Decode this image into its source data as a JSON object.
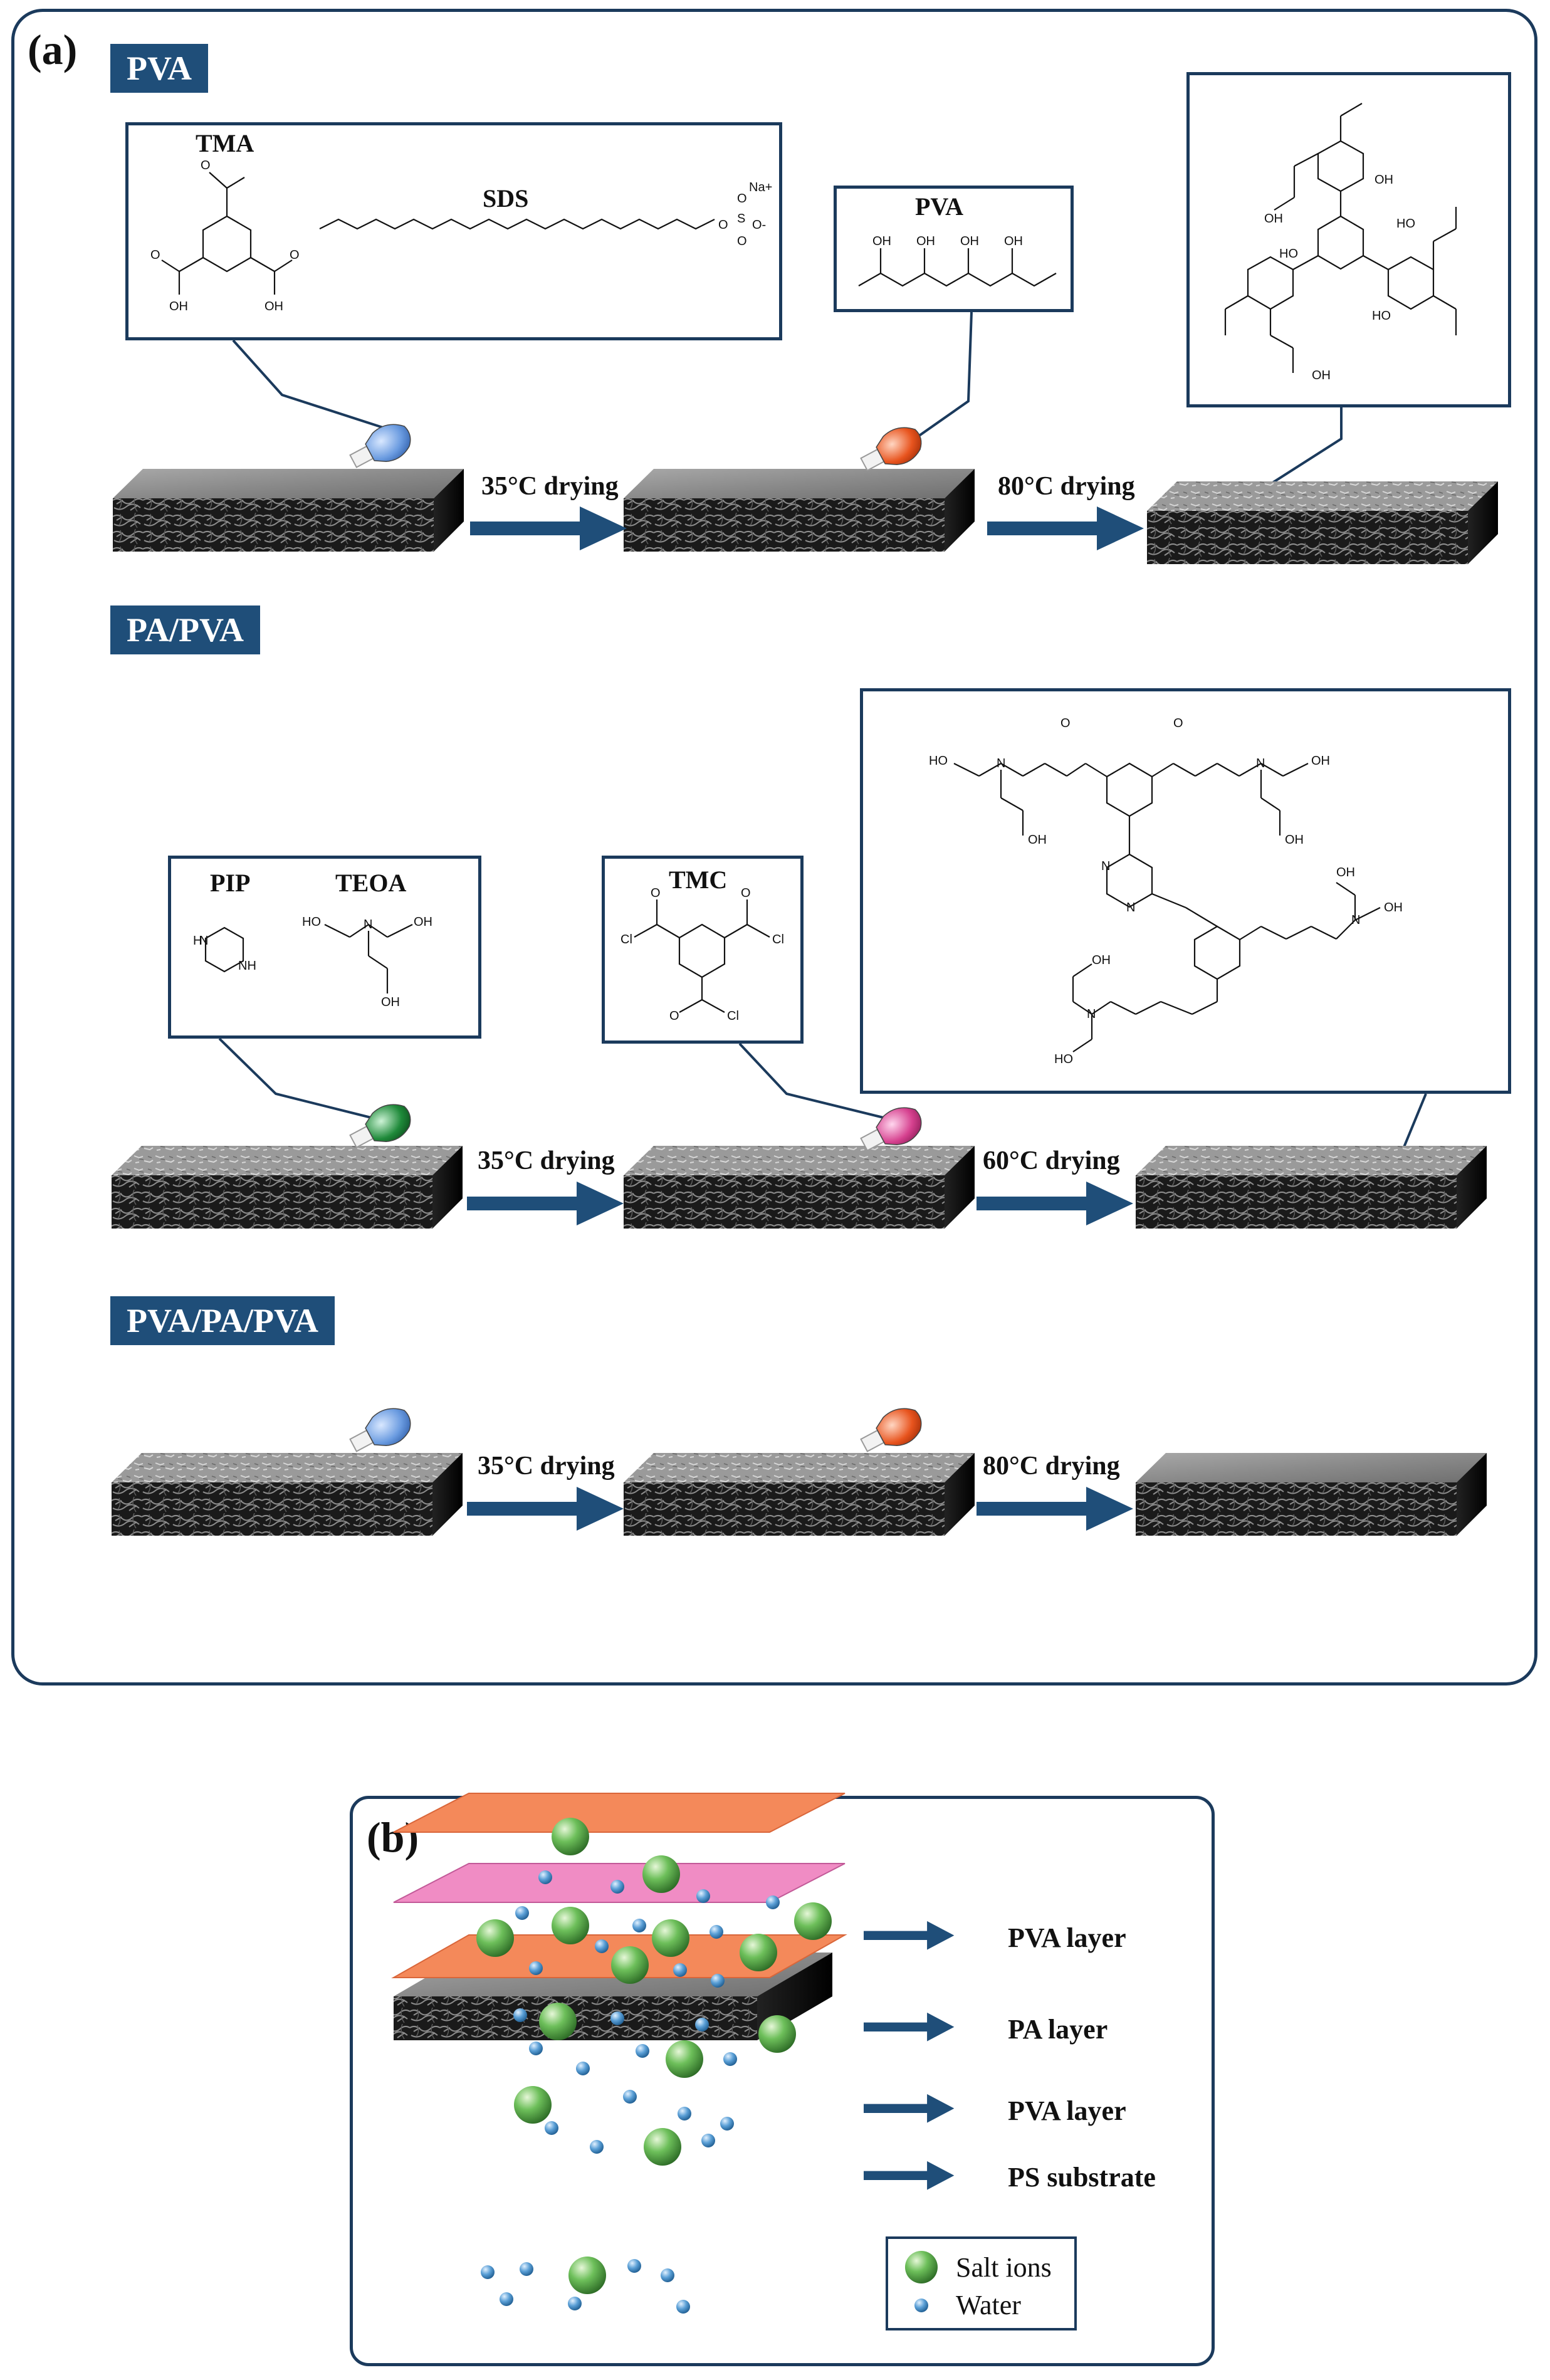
{
  "panel_a": {
    "label": "(a)",
    "sections": [
      {
        "banner": "PVA",
        "box1": {
          "titles": [
            "TMA",
            "SDS"
          ]
        },
        "box2": {
          "title": "PVA"
        },
        "steps": [
          "35°C drying",
          "80°C drying"
        ]
      },
      {
        "banner": "PA/PVA",
        "box1": {
          "titles": [
            "PIP",
            "TEOA"
          ]
        },
        "box2": {
          "title": "TMC"
        },
        "steps": [
          "35°C drying",
          "60°C drying"
        ]
      },
      {
        "banner": "PVA/PA/PVA",
        "steps": [
          "35°C drying",
          "80°C drying"
        ]
      }
    ],
    "atom_labels": {
      "oh": "OH",
      "ho": "HO",
      "cl": "Cl",
      "n": "N",
      "h": "H",
      "nh": "NH",
      "na": "Na+",
      "o": "O",
      "s": "S",
      "o_minus": "O-"
    }
  },
  "panel_b": {
    "label": "(b)",
    "layers": [
      "PVA layer",
      "PA layer",
      "PVA layer",
      "PS substrate"
    ],
    "legend": [
      "Salt ions",
      "Water"
    ]
  },
  "colors": {
    "frame": "#1b3a5c",
    "banner": "#1f4e79",
    "arrow": "#1f4e79",
    "pva_layer": "#f4895a",
    "pa_layer": "#f08cc4",
    "bottle_blue": "#6a9be0",
    "bottle_orange": "#e8541e",
    "bottle_green": "#1f8a3a",
    "bottle_pink": "#d6418f",
    "salt_ion": "#6dbf5a",
    "water": "#5a9fd6"
  }
}
